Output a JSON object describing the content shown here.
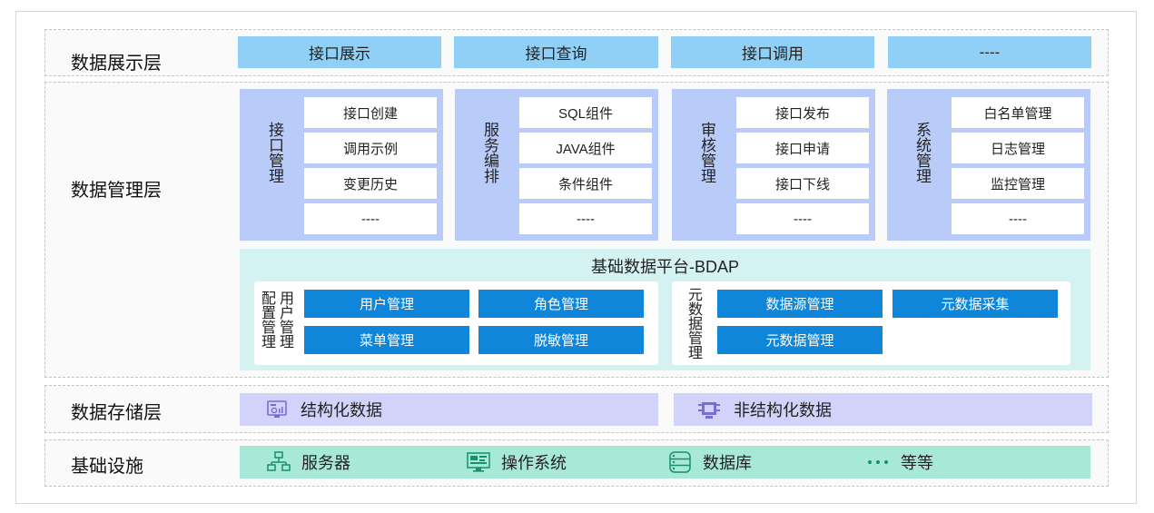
{
  "layers": {
    "presentation": {
      "title": "数据展示层",
      "items": [
        "接口展示",
        "接口查询",
        "接口调用",
        "----"
      ]
    },
    "management": {
      "title": "数据管理层",
      "groups": [
        {
          "label": "接口管理",
          "items": [
            "接口创建",
            "调用示例",
            "变更历史",
            "----"
          ]
        },
        {
          "label": "服务编排",
          "items": [
            "SQL组件",
            "JAVA组件",
            "条件组件",
            "----"
          ]
        },
        {
          "label": "审核管理",
          "items": [
            "接口发布",
            "接口申请",
            "接口下线",
            "----"
          ]
        },
        {
          "label": "系统管理",
          "items": [
            "白名单管理",
            "日志管理",
            "监控管理",
            "----"
          ]
        }
      ],
      "bdap": {
        "title": "基础数据平台-BDAP",
        "left": {
          "label_col1": "配置管理",
          "label_col2": "用户管理",
          "items": [
            "用户管理",
            "角色管理",
            "菜单管理",
            "脱敏管理"
          ]
        },
        "right": {
          "label": "元数据管理",
          "items": [
            "数据源管理",
            "元数据采集",
            "元数据管理"
          ]
        }
      }
    },
    "storage": {
      "title": "数据存储层",
      "items": [
        {
          "label": "结构化数据",
          "icon": "structured-data-icon"
        },
        {
          "label": "非结构化数据",
          "icon": "unstructured-data-icon"
        }
      ]
    },
    "infrastructure": {
      "title": "基础设施",
      "items": [
        {
          "label": "服务器",
          "icon": "server-network-icon"
        },
        {
          "label": "操作系统",
          "icon": "monitor-icon"
        },
        {
          "label": "数据库",
          "icon": "database-icon"
        },
        {
          "label": "等等",
          "icon": "ellipsis-icon"
        }
      ]
    }
  },
  "colors": {
    "top_button": "#90d0f6",
    "group_bg": "#b9ccf9",
    "bdap_bg": "#d5f2f2",
    "blue_button": "#0f86d9",
    "storage_bg": "#d2d3fb",
    "storage_icon": "#7a6bd6",
    "infra_bg": "#a7e8d7",
    "infra_icon": "#17906e"
  }
}
